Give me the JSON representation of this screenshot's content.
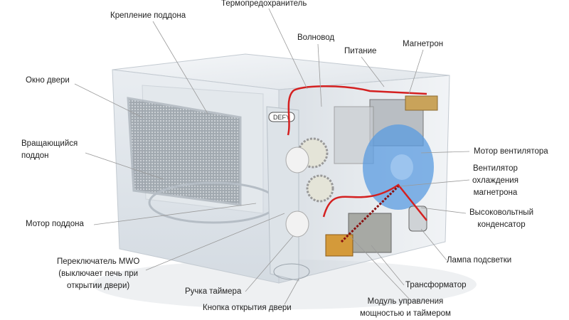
{
  "logo": "DEFY",
  "labels": {
    "thermal_fuse": "Термопредохранитель",
    "tray_mount": "Крепление поддона",
    "waveguide": "Волновод",
    "power": "Питание",
    "magnetron": "Магнетрон",
    "door_window": "Окно двери",
    "turntable": [
      "Вращающийся",
      "поддон"
    ],
    "fan_motor": "Мотор вентилятора",
    "magnetron_fan": [
      "Вентилятор",
      "охлаждения",
      "магнетрона"
    ],
    "tray_motor": "Мотор поддона",
    "hv_capacitor": [
      "Высоковольтный",
      "конденсатор"
    ],
    "mwo_switch": [
      "Переключатель MWO",
      "(выключает печь при",
      "открытии двери)"
    ],
    "lamp": "Лампа подсветки",
    "timer_knob": "Ручка таймера",
    "transformer": "Трансформатор",
    "door_button": "Кнопка открытия двери",
    "control_module": [
      "Модуль управления",
      "мощностью и таймером"
    ]
  },
  "colors": {
    "wire": "#d42020",
    "fan": "#5a9be0",
    "body": "#eef1f4"
  }
}
